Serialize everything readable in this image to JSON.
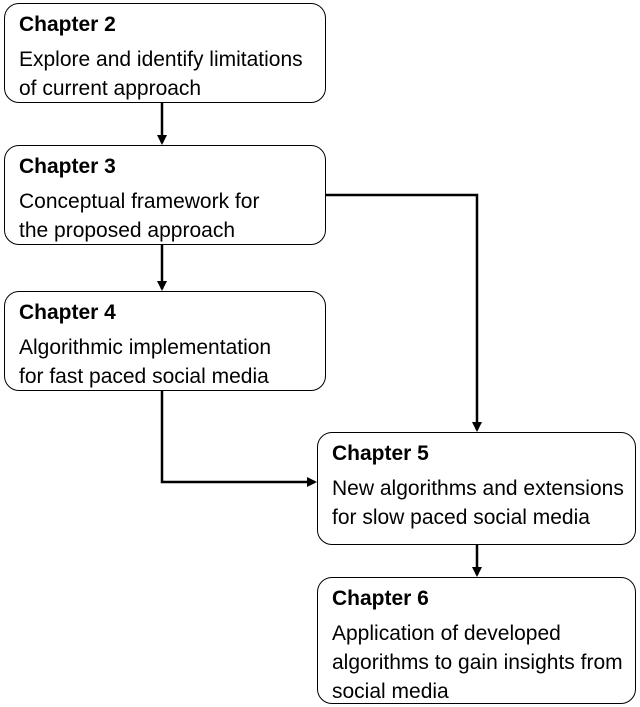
{
  "flowchart": {
    "nodes": [
      {
        "id": "ch2",
        "title": "Chapter 2",
        "lines": [
          "Explore and identify limitations",
          "of current approach"
        ]
      },
      {
        "id": "ch3",
        "title": "Chapter 3",
        "lines": [
          "Conceptual framework for",
          "the proposed approach"
        ]
      },
      {
        "id": "ch4",
        "title": "Chapter 4",
        "lines": [
          "Algorithmic implementation",
          "for fast paced social media"
        ]
      },
      {
        "id": "ch5",
        "title": "Chapter 5",
        "lines": [
          "New algorithms and extensions",
          "for slow paced social media"
        ]
      },
      {
        "id": "ch6",
        "title": "Chapter 6",
        "lines": [
          "Application of developed",
          "algorithms to gain insights from",
          "social media"
        ]
      }
    ],
    "edges": [
      {
        "from": "ch2",
        "to": "ch3"
      },
      {
        "from": "ch3",
        "to": "ch4"
      },
      {
        "from": "ch3",
        "to": "ch5"
      },
      {
        "from": "ch4",
        "to": "ch5"
      },
      {
        "from": "ch5",
        "to": "ch6"
      }
    ],
    "colors": {
      "stroke": "#000000",
      "box_fill": "#ffffff",
      "text": "#000000"
    }
  }
}
